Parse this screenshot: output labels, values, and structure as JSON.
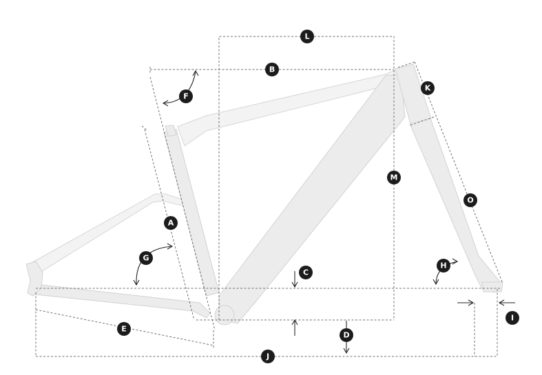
{
  "diagram": {
    "labels": {
      "A": "A",
      "B": "B",
      "C": "C",
      "D": "D",
      "E": "E",
      "F": "F",
      "G": "G",
      "H": "H",
      "I": "I",
      "J": "J",
      "K": "K",
      "L": "L",
      "M": "M",
      "O": "O"
    },
    "colors": {
      "frame": "#ececec",
      "frame_outline": "#d2d2d2",
      "dimension_line": "#6f6f6f",
      "badge": "#1c1c1c",
      "badge_text": "#ffffff"
    }
  }
}
